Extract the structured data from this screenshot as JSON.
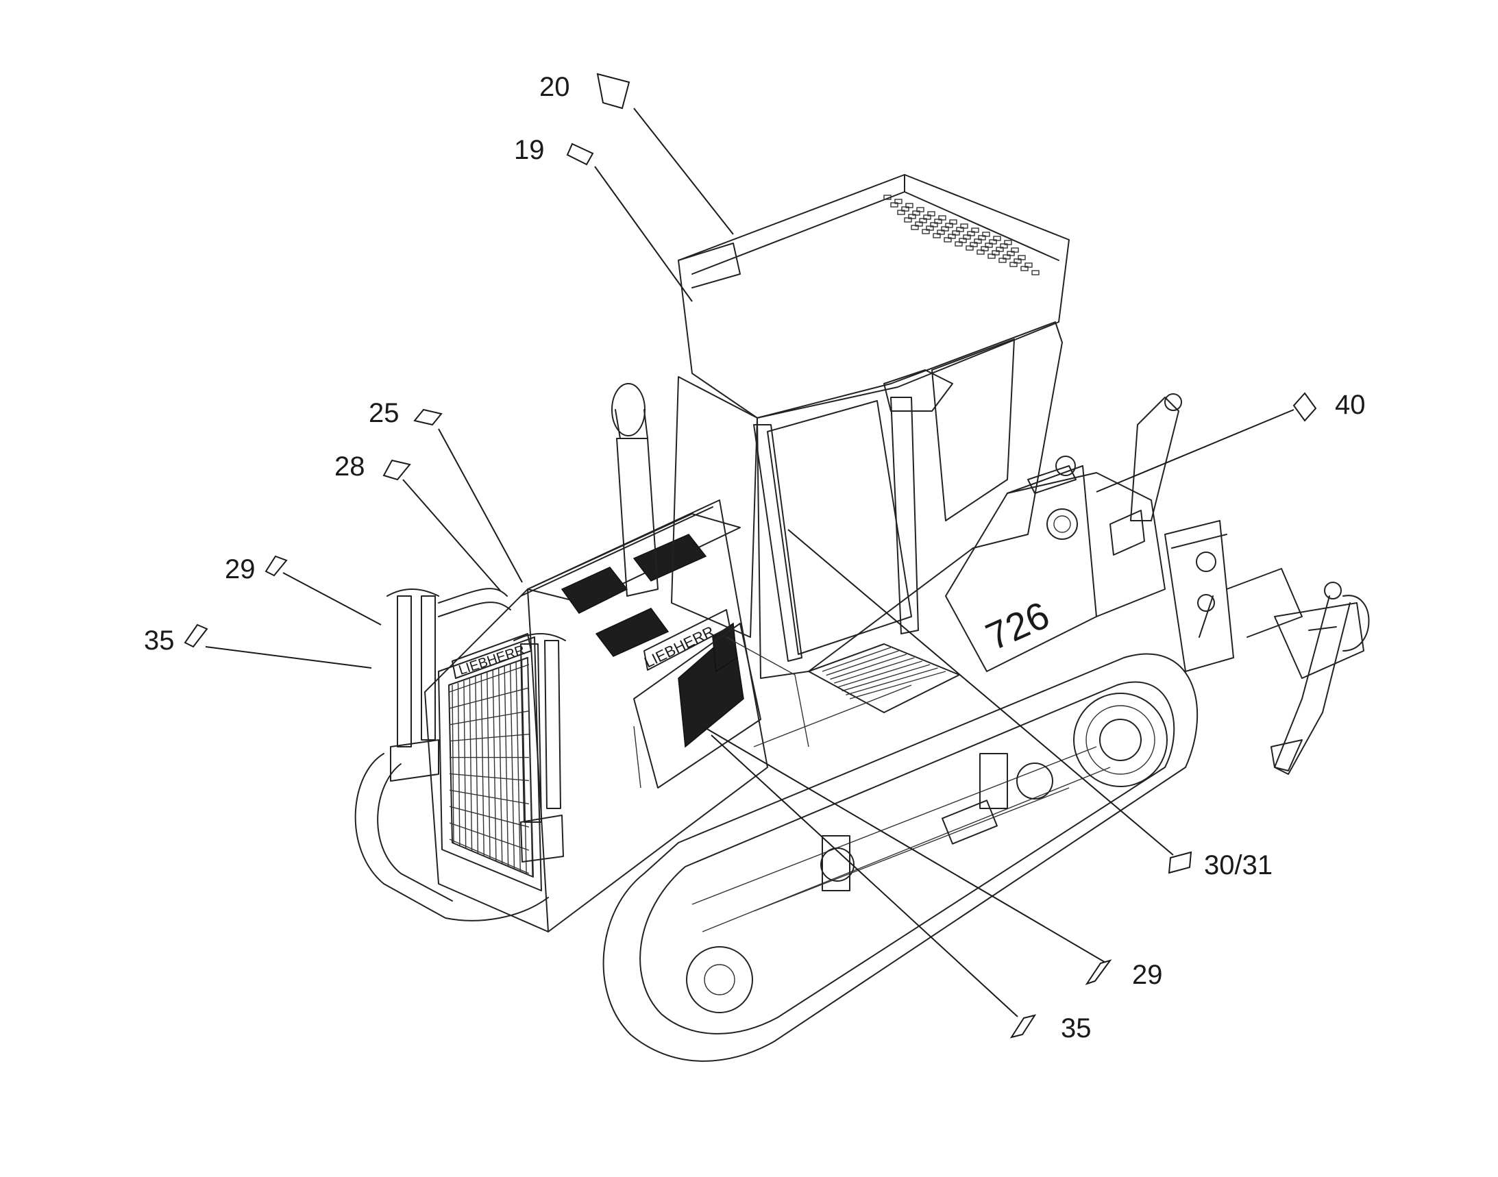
{
  "callouts": [
    {
      "id": "c20",
      "label": "20"
    },
    {
      "id": "c19",
      "label": "19"
    },
    {
      "id": "c25",
      "label": "25"
    },
    {
      "id": "c28",
      "label": "28"
    },
    {
      "id": "c29a",
      "label": "29"
    },
    {
      "id": "c35a",
      "label": "35"
    },
    {
      "id": "c40",
      "label": "40"
    },
    {
      "id": "c3031",
      "label": "30/31"
    },
    {
      "id": "c29b",
      "label": "29"
    },
    {
      "id": "c35b",
      "label": "35"
    }
  ],
  "machine": {
    "brand_text": "LIEBHERR",
    "model_text": "726"
  }
}
